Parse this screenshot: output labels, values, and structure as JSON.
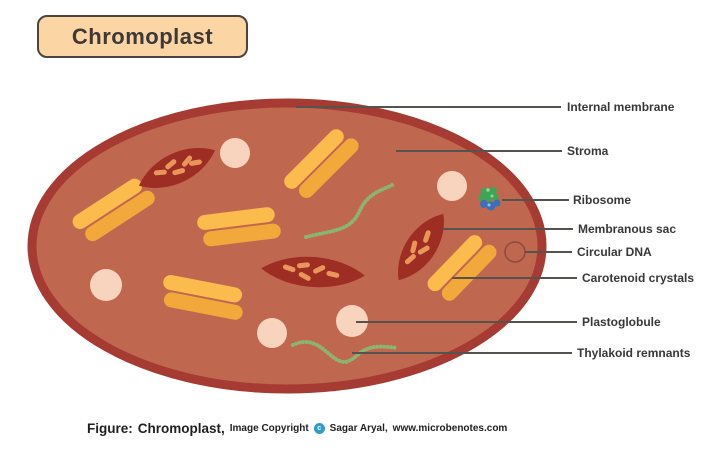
{
  "title": "Chromoplast",
  "labels": [
    {
      "id": "internal-membrane",
      "text": "Internal membrane"
    },
    {
      "id": "stroma",
      "text": "Stroma"
    },
    {
      "id": "ribosome",
      "text": "Ribosome"
    },
    {
      "id": "membranous-sac",
      "text": "Membranous sac"
    },
    {
      "id": "circular-dna",
      "text": "Circular DNA"
    },
    {
      "id": "carotenoid-crystals",
      "text": "Carotenoid crystals"
    },
    {
      "id": "plastoglobule",
      "text": "Plastoglobule"
    },
    {
      "id": "thylakoid-remnants",
      "text": "Thylakoid remnants"
    }
  ],
  "caption": {
    "figure_label": "Figure:",
    "figure_title": "Chromoplast,",
    "credit": "Image Copyright",
    "copyright_symbol": "c",
    "author": "Sagar Aryal,",
    "website": "www.microbenotes.com"
  },
  "colors": {
    "ellipse_fill": "#C0684F",
    "ellipse_border": "#A63B33",
    "carotenoid_light": "#FBBB4D",
    "carotenoid_dark": "#F3A83C",
    "sac_fill": "#9E2D24",
    "sac_dash": "#E8965A",
    "plastoglobule": "#F8D3BE",
    "thylakoid": "#8CB471",
    "ribosome_green": "#3FA455",
    "ribosome_green_light": "#8FD49A",
    "ribosome_blue": "#3A70B8",
    "ribosome_blue_light": "#9BC0E8",
    "dna_stroke": "#8F4A3C",
    "leader_line": "#56524D",
    "label_text": "#383838",
    "title_box_bg": "#FBD6A4",
    "title_box_border": "#4A4340",
    "title_text": "#3F3835",
    "caption_text": "#1F1F1F",
    "copyright_icon_bg": "#2E9EC9"
  }
}
